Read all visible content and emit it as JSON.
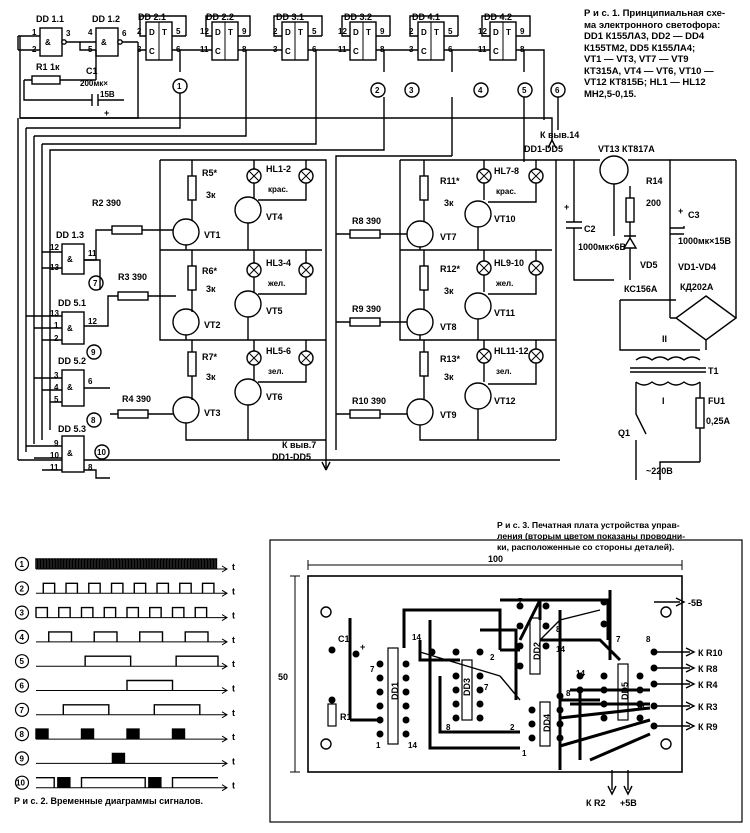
{
  "fig1": {
    "caption_lines": [
      "Р и с. 1. Принципиальная схе-",
      "ма электронного светофора:",
      "DD1 К155ЛА3, DD2 — DD4",
      "К155ТМ2, DD5 К155ЛА4;",
      "VT1 — VT3, VT7 — VT9",
      "КТ315А, VT4 — VT6, VT10 —",
      "VT12 КТ815Б; HL1 — HL12",
      "МН2,5-0,15."
    ],
    "chips": [
      {
        "label": "DD 1.1",
        "pins": [
          "1",
          "2",
          "3"
        ]
      },
      {
        "label": "DD 1.2",
        "pins": [
          "4",
          "5",
          "6"
        ]
      },
      {
        "label": "DD 2.1",
        "pins": [
          "2",
          "3",
          "5",
          "6"
        ]
      },
      {
        "label": "DD 2.2",
        "pins": [
          "12",
          "11",
          "9",
          "8"
        ]
      },
      {
        "label": "DD 3.1",
        "pins": [
          "2",
          "3",
          "5",
          "6"
        ]
      },
      {
        "label": "DD 3.2",
        "pins": [
          "12",
          "11",
          "9",
          "8"
        ]
      },
      {
        "label": "DD 4.1",
        "pins": [
          "2",
          "3",
          "5",
          "6"
        ]
      },
      {
        "label": "DD 4.2",
        "pins": [
          "12",
          "11",
          "9",
          "8"
        ]
      }
    ],
    "nodes": [
      "1",
      "2",
      "3",
      "4",
      "5",
      "6",
      "7",
      "8",
      "9",
      "10"
    ],
    "r1": "R1 1к",
    "c1": "C1",
    "c1_val_a": "200мк×",
    "c1_val_b": "15В",
    "dd13": "DD 1.3",
    "dd13_pins": [
      "12",
      "13",
      "11"
    ],
    "dd51": "DD 5.1",
    "dd51_pins": [
      "13",
      "1",
      "2",
      "12"
    ],
    "dd52": "DD 5.2",
    "dd52_pins": [
      "3",
      "4",
      "5",
      "6"
    ],
    "dd53": "DD 5.3",
    "dd53_pins": [
      "9",
      "10",
      "11",
      "8"
    ],
    "and": "&",
    "trig": {
      "d": "D",
      "t": "T",
      "c": "C"
    },
    "resistors": [
      "R2 390",
      "R3 390",
      "R4 390",
      "R8 390",
      "R9 390",
      "R10 390"
    ],
    "r_stars": [
      "R5*",
      "R6*",
      "R7*",
      "R11*",
      "R12*",
      "R13*"
    ],
    "r_vals": [
      "3к",
      "3к",
      "3к",
      "3к",
      "3к",
      "3к"
    ],
    "lamps": [
      "HL1-2",
      "HL3-4",
      "HL5-6",
      "HL7-8",
      "HL9-10",
      "HL11-12"
    ],
    "lamp_colors": [
      "крас.",
      "жел.",
      "зел.",
      "крас.",
      "жел.",
      "зел."
    ],
    "transistors": [
      "VT1",
      "VT2",
      "VT3",
      "VT4",
      "VT5",
      "VT6",
      "VT7",
      "VT8",
      "VT9",
      "VT10",
      "VT11",
      "VT12"
    ],
    "vt13": "VT13 КТ817А",
    "r14": "R14",
    "r14_val": "200",
    "c2": "C2",
    "c2_val": "1000мк×6В",
    "c3": "C3",
    "c3_val": "1000мк×15В",
    "vd5": "VD5",
    "vd5_type": "КС156А",
    "vd14": "VD1-VD4",
    "vd14_type": "КД202А",
    "t1": "T1",
    "t1_sec": "II",
    "t1_pri": "I",
    "fu1": "FU1",
    "fu1_val": "0,25А",
    "q1": "Q1",
    "mains": "~220В",
    "out_top_a": "К выв.14",
    "out_top_b": "DD1-DD5",
    "out_bot_a": "К выв.7",
    "out_bot_b": "DD1-DD5",
    "plus": "+"
  },
  "fig2": {
    "caption": "Р и с. 2. Временные диаграммы сигналов.",
    "t_label": "t",
    "rows": [
      "1",
      "2",
      "3",
      "4",
      "5",
      "6",
      "7",
      "8",
      "9",
      "10"
    ]
  },
  "fig3": {
    "caption_a": "Р и с. 3. Печатная плата устройства управ-",
    "caption_b": "ления (вторым цветом показаны проводни-",
    "caption_c": "ки, расположенные со стороны деталей).",
    "width": "100",
    "height": "50",
    "chips": [
      "DD1",
      "DD2",
      "DD3",
      "DD4",
      "DD5"
    ],
    "c1": "C1",
    "r1": "R1",
    "plus": "+",
    "pins": [
      "7",
      "14",
      "2",
      "7",
      "1",
      "8",
      "14",
      "7",
      "8",
      "14",
      "2",
      "1",
      "8",
      "14",
      "7",
      "8",
      "14"
    ],
    "outputs": [
      "-5В",
      "К R10",
      "К R8",
      "К R4",
      "К R3",
      "К R9"
    ],
    "bottom": [
      "К R2",
      "+5В"
    ]
  }
}
